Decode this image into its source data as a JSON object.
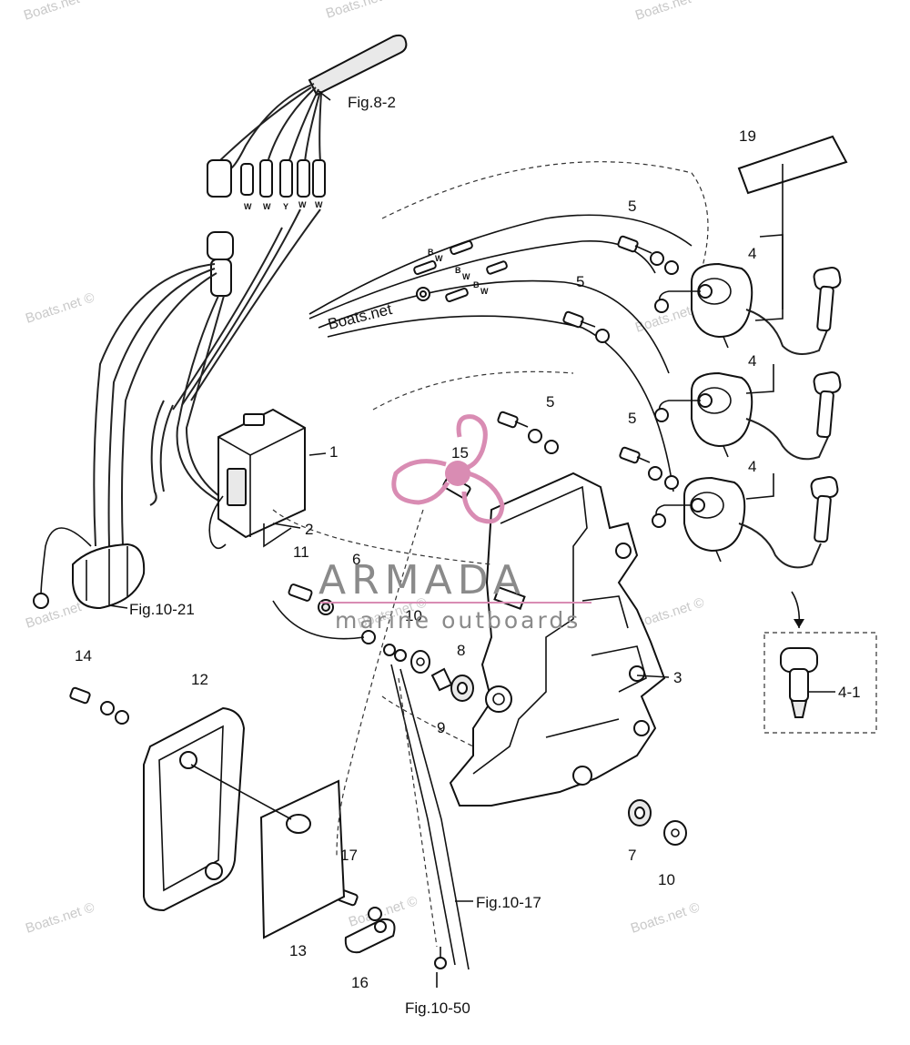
{
  "figure_refs": {
    "fig_8_2": "Fig.8-2",
    "fig_10_21": "Fig.10-21",
    "fig_10_17": "Fig.10-17",
    "fig_10_50": "Fig.10-50"
  },
  "part_numbers": {
    "p1": "1",
    "p2": "2",
    "p3": "3",
    "p4a": "4",
    "p4b": "4",
    "p4c": "4",
    "p4_1": "4-1",
    "p5a": "5",
    "p5b": "5",
    "p5c": "5",
    "p5d": "5",
    "p6": "6",
    "p7": "7",
    "p8": "8",
    "p9": "9",
    "p10a": "10",
    "p10b": "10",
    "p11": "11",
    "p12": "12",
    "p13": "13",
    "p14": "14",
    "p15": "15",
    "p16": "16",
    "p17": "17",
    "p19": "19"
  },
  "wire_codes": {
    "w1": "W",
    "w2": "W",
    "w3": "Y",
    "w4": "W",
    "w5": "W",
    "c1": "B",
    "c1b": "W",
    "c2": "B",
    "c2b": "W",
    "c3": "B",
    "c3b": "W"
  },
  "watermarks": {
    "wm1": "Boats.net",
    "wm2": "Boats.net ©",
    "wm3": "Boats.net ©",
    "wm4": "Boats.net ©",
    "wm5": "Boats.net ©",
    "wm6": "Boats.net ©",
    "wm7": "Boats.net ©",
    "wm8": "Boats.net ©",
    "wm9": "Boats.net ©",
    "wm10": "Boats.net ©",
    "wm11": "Boats.net ©",
    "wm_center": "Boats.net"
  },
  "brand": {
    "name": "ARMADA",
    "tagline": "marine outboards",
    "accent_color": "#d98cb3"
  }
}
